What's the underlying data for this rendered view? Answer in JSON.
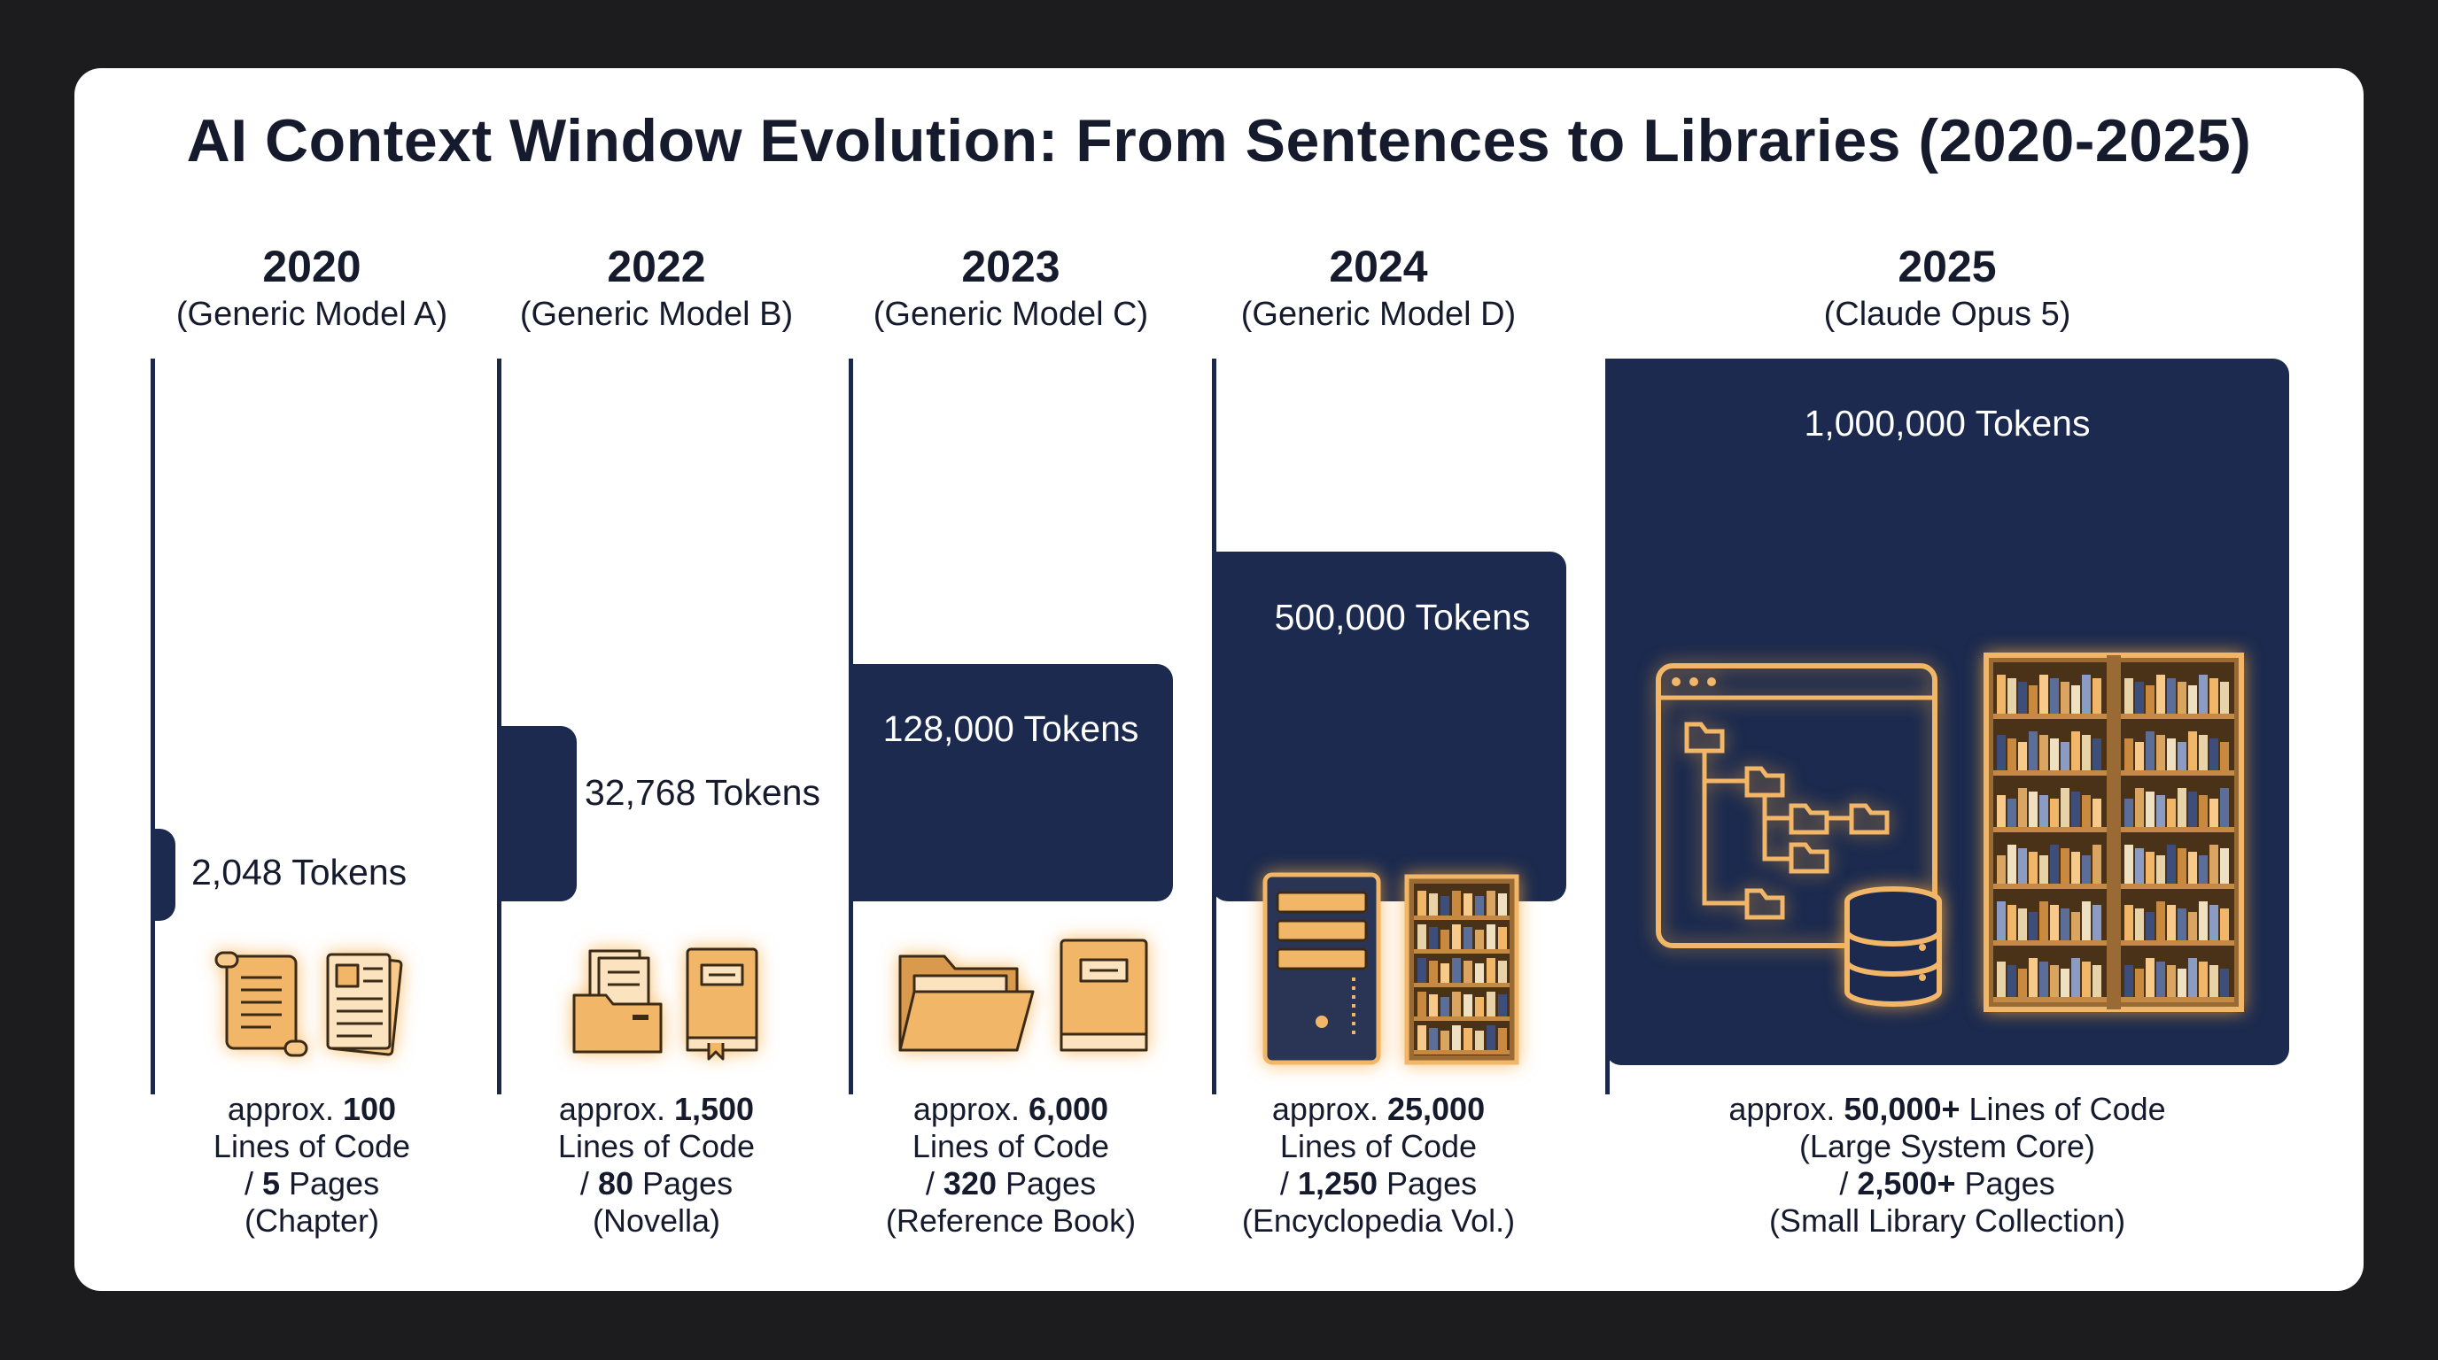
{
  "title": "AI Context Window Evolution: From Sentences to Libraries (2020-2025)",
  "colors": {
    "bar": "#1b2a4e",
    "icon_fill": "#f2b668",
    "icon_glow": "#f7a93c",
    "text": "#151a2c"
  },
  "chart_data": {
    "type": "bar",
    "categories": [
      "2020",
      "2022",
      "2023",
      "2024",
      "2025"
    ],
    "models": [
      "(Generic Model A)",
      "(Generic Model B)",
      "(Generic Model C)",
      "(Generic Model D)",
      "(Claude Opus 5)"
    ],
    "values": [
      2048,
      32768,
      128000,
      500000,
      1000000
    ],
    "value_labels": [
      "2,048 Tokens",
      "32,768 Tokens",
      "128,000 Tokens",
      "500,000 Tokens",
      "1,000,000 Tokens"
    ],
    "equivalents": [
      {
        "prefix": "approx. ",
        "loc": "100",
        "loc_text": "Lines of Code",
        "pages_prefix": "/ ",
        "pages": "5",
        "pages_text": " Pages",
        "note": "(Chapter)"
      },
      {
        "prefix": "approx. ",
        "loc": "1,500",
        "loc_text": "Lines of Code",
        "pages_prefix": "/ ",
        "pages": "80",
        "pages_text": " Pages",
        "note": "(Novella)"
      },
      {
        "prefix": "approx. ",
        "loc": "6,000",
        "loc_text": "Lines of Code",
        "pages_prefix": "/ ",
        "pages": "320",
        "pages_text": " Pages",
        "note": "(Reference Book)"
      },
      {
        "prefix": "approx. ",
        "loc": "25,000",
        "loc_text": "Lines of Code",
        "pages_prefix": "/ ",
        "pages": "1,250",
        "pages_text": " Pages",
        "note": "(Encyclopedia Vol.)"
      },
      {
        "prefix": "approx. ",
        "loc": "50,000+",
        "loc_text": " Lines of Code",
        "extra": "(Large System Core)",
        "pages_prefix": "/ ",
        "pages": "2,500+",
        "pages_text": " Pages",
        "note": "(Small Library Collection)"
      }
    ],
    "icons": [
      [
        "scroll-icon",
        "document-icon"
      ],
      [
        "folder-documents-icon",
        "book-icon"
      ],
      [
        "open-folder-icon",
        "book-icon"
      ],
      [
        "server-tower-icon",
        "bookshelf-icon"
      ],
      [
        "code-window-folder-tree-icon",
        "database-icon",
        "large-bookshelf-icon"
      ]
    ],
    "xlabel": "",
    "ylabel": ""
  }
}
